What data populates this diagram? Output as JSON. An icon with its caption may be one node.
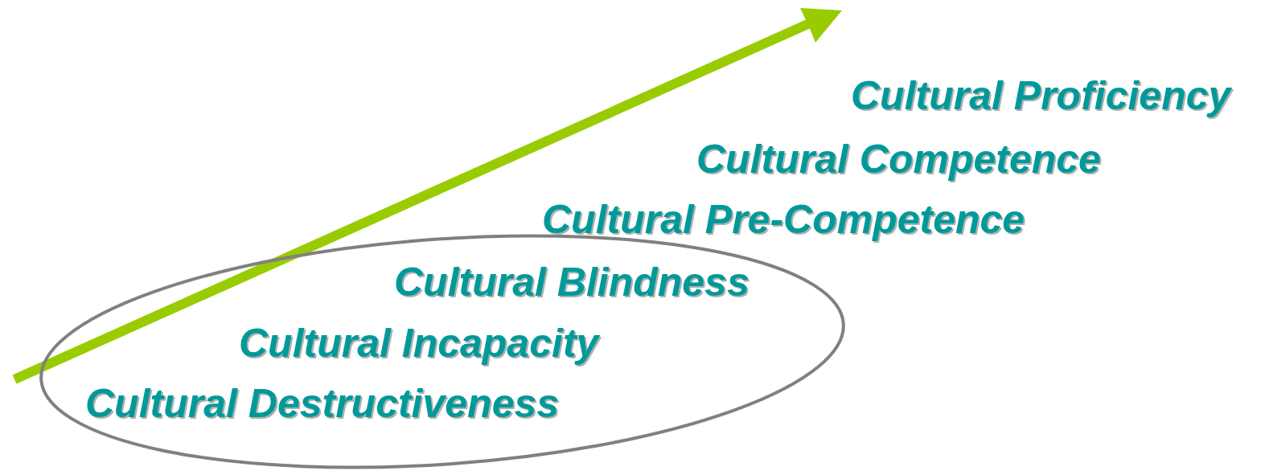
{
  "diagram": {
    "nodes": [
      {
        "text": [],
        "shape": "ellipse"
      },
      {
        "text": [
          "Cultural Blindness"
        ],
        "in": 0
      },
      {
        "text": [
          "Cultural Incapacity"
        ],
        "in": 0
      },
      {
        "text": [
          "Cultural Destructiveness"
        ],
        "in": 0
      }
    ],
    "labels": [
      "Cultural Proficiency",
      "Cultural Competence",
      "Cultural Pre-Competence"
    ]
  }
}
